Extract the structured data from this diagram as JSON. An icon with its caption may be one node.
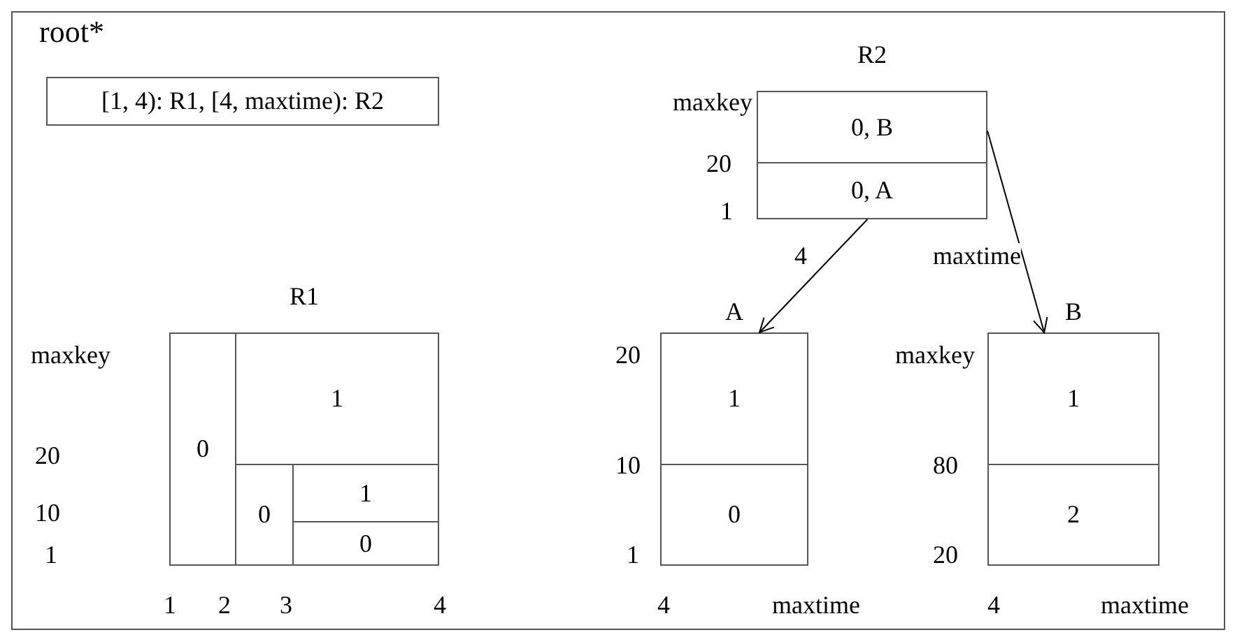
{
  "diagram": {
    "nodes": [
      {
        "text": [
          "[1, 4): R1, [4, maxtime): R2"
        ]
      },
      {
        "text": [
          "R2"
        ]
      },
      {
        "text": [
          "0, B"
        ],
        "in": 1
      },
      {
        "text": [
          "0, A"
        ],
        "in": 1
      },
      {
        "text": [
          "R1"
        ]
      },
      {
        "text": [
          "0"
        ],
        "in": 4
      },
      {
        "text": [
          "1"
        ],
        "in": 4
      },
      {
        "text": [
          "0"
        ],
        "in": 4
      },
      {
        "text": [
          "1"
        ],
        "in": 4
      },
      {
        "text": [
          "0"
        ],
        "in": 4
      },
      {
        "text": [
          "A"
        ]
      },
      {
        "text": [
          "1"
        ],
        "in": 10
      },
      {
        "text": [
          "0"
        ],
        "in": 10
      },
      {
        "text": [
          "B"
        ]
      },
      {
        "text": [
          "1"
        ],
        "in": 13
      },
      {
        "text": [
          "2"
        ],
        "in": 13
      }
    ],
    "edges": [
      {
        "from": 3,
        "to": 10,
        "arrow": "to"
      },
      {
        "from": 2,
        "to": 13,
        "arrow": "to"
      }
    ],
    "labels": [
      "root*",
      "maxkey",
      "20",
      "1",
      "4",
      "maxtime",
      "maxkey",
      "20",
      "10",
      "1",
      "1",
      "2",
      "3",
      "4",
      "20",
      "10",
      "1",
      "4",
      "maxtime",
      "maxkey",
      "80",
      "20",
      "4",
      "maxtime"
    ]
  }
}
